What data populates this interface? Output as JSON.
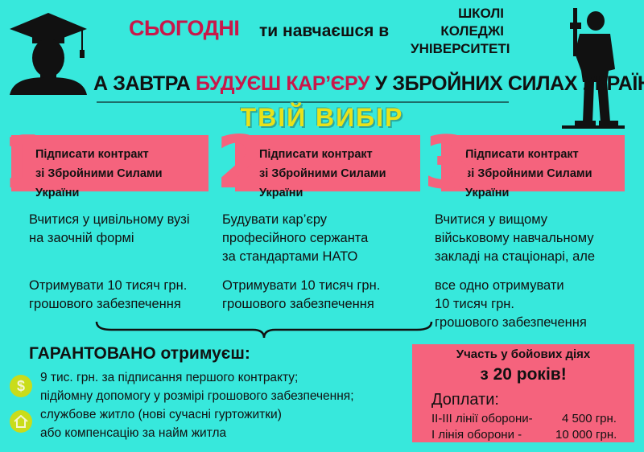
{
  "header": {
    "today": "СЬОГОДНІ",
    "study": "ти навчаєшся в",
    "institutions": [
      "ШКОЛІ",
      "КОЛЕДЖІ",
      "УНІВЕРСИТЕТІ"
    ],
    "tomorrow_a": "А ЗАВТРА ",
    "tomorrow_b": "БУДУЄШ КАР’ЄРУ",
    "tomorrow_c": " У ЗБРОЙНИХ СИЛАХ УКРАЇНИ!"
  },
  "choice_title": "ТВІЙ ВИБІР",
  "options": [
    {
      "number": "1",
      "box": [
        "Підписати контракт",
        "зі Збройними Силами України"
      ],
      "text1": [
        "Вчитися у цивільному вузі",
        "на заочній формі"
      ],
      "text2": [
        "Отримувати 10 тисяч грн.",
        "грошового забезпечення"
      ]
    },
    {
      "number": "2",
      "box": [
        "Підписати контракт",
        "зі Збройними Силами України"
      ],
      "text1": [
        "Будувати кар’єру",
        "професійного сержанта",
        "за стандартами НАТО"
      ],
      "text2": [
        "Отримувати 10 тисяч грн.",
        "грошового забезпечення"
      ]
    },
    {
      "number": "3",
      "box": [
        "Підписати контракт",
        "зі Збройними Силами України"
      ],
      "text1": [
        "Вчитися у вищому",
        "військовому навчальному",
        "закладі на стаціонарі, але"
      ],
      "text2": [
        "все одно отримувати",
        "10 тисяч грн.",
        "грошового забезпечення"
      ]
    }
  ],
  "guaranteed": {
    "title": "ГАРАНТОВАНО отримуєш:",
    "items": [
      "9 тис. грн. за підписання першого контракту;",
      "підйомну допомогу у розмірі грошового забезпечення;",
      "службове житло (нові сучасні гуртожитки)",
      "або компенсацію за найм житла"
    ],
    "icons": [
      "money-bag-icon",
      "house-icon"
    ]
  },
  "combat": {
    "line1": "Участь у бойових діях",
    "line2": "з 20 років!",
    "extra": "Доплати:",
    "rows": [
      {
        "label": "ІІ-ІІІ лінії оборони-",
        "value": "4 500 грн."
      },
      {
        "label": "І лінія оборони -",
        "value": "10 000 грн."
      }
    ]
  },
  "colors": {
    "background": "#37e8dc",
    "accent": "#f5637d",
    "title_red": "#c8184a",
    "yellow": "#e9e21a"
  }
}
